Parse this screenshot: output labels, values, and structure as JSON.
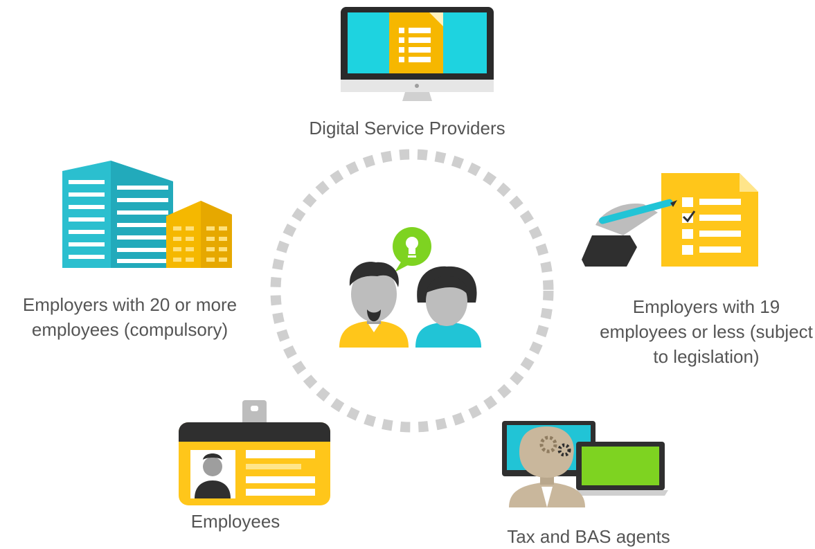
{
  "diagram": {
    "center": {
      "icon": "people-idea-icon",
      "idea_icon": "lightbulb-icon"
    },
    "nodes": {
      "top": {
        "label": "Digital Service Providers",
        "icon": "monitor-document-icon"
      },
      "left": {
        "label_line1": "Employers with 20 or more",
        "label_line2": "employees (compulsory)",
        "icon": "office-buildings-icon"
      },
      "right": {
        "label_line1": "Employers with 19",
        "label_line2": "employees  or less (subject",
        "label_line3": "to legislation)",
        "icon": "checklist-signing-icon"
      },
      "bottom_left": {
        "label": "Employees",
        "icon": "id-badge-icon"
      },
      "bottom_right": {
        "label": "Tax and BAS agents",
        "icon": "agent-computers-icon"
      }
    },
    "colors": {
      "teal": "#21c4d6",
      "yellow": "#ffc61a",
      "green": "#7ed321",
      "dark": "#3a3a3a",
      "ring": "#cfcfcf",
      "text": "#555555"
    }
  }
}
